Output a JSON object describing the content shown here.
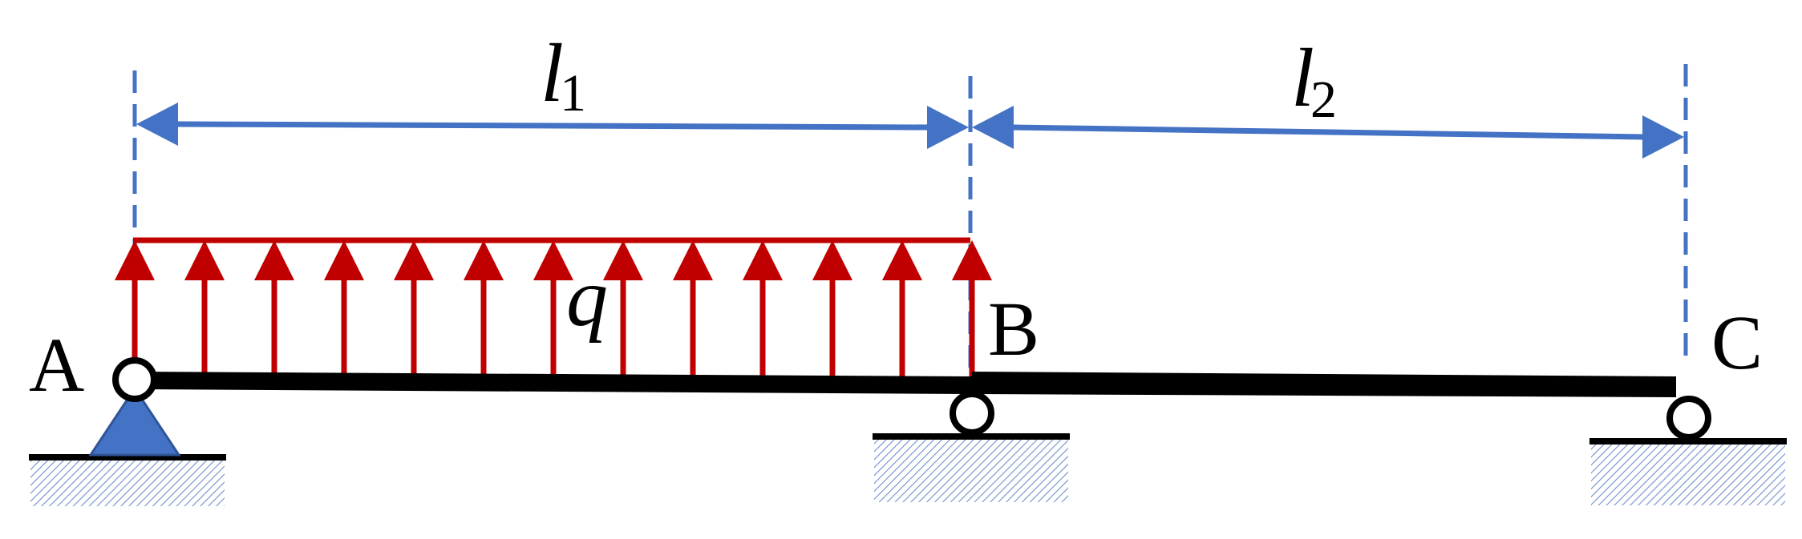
{
  "labels": {
    "point_a": "A",
    "point_b": "B",
    "point_c": "C",
    "load": "q",
    "span1_letter": "l",
    "span1_sub": "1",
    "span2_letter": "l",
    "span2_sub": "2"
  },
  "colors": {
    "beam": "#000000",
    "load": "#c00000",
    "dimension": "#4472c4",
    "pin_support_fill": "#4472c4",
    "ground_hatch": "#4472c4"
  },
  "load_arrow_count": 13
}
